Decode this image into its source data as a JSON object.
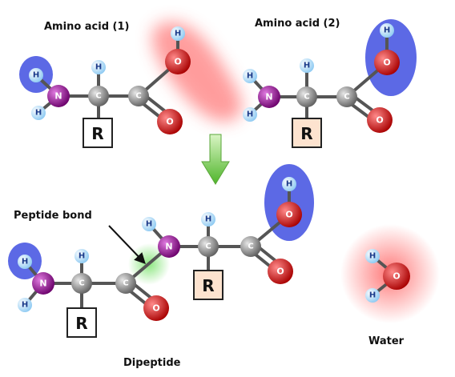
{
  "labels": {
    "amino_acid_1": "Amino acid (1)",
    "amino_acid_2": "Amino acid (2)",
    "peptide_bond": "Peptide bond",
    "dipeptide": "Dipeptide",
    "water": "Water"
  },
  "atoms": {
    "hydrogen": "H",
    "nitrogen": "N",
    "carbon": "C",
    "oxygen": "O",
    "r_group": "R"
  },
  "colors": {
    "hydrogen": "#bfe3ff",
    "nitrogen": "#8a0e8a",
    "carbon": "#9a9a9a",
    "oxygen": "#d00000",
    "r_box_plain": "#ffffff",
    "r_box_tinted": "#fde3cf",
    "highlight_blue": "#3f4fe0",
    "highlight_red": "#ff5a5a",
    "highlight_green": "#7de36a",
    "arrow_green": "#6cc83a",
    "bond": "#555555"
  },
  "icons": {
    "arrow": "down-arrow-icon",
    "pointer": "pointer-arrow-icon"
  }
}
